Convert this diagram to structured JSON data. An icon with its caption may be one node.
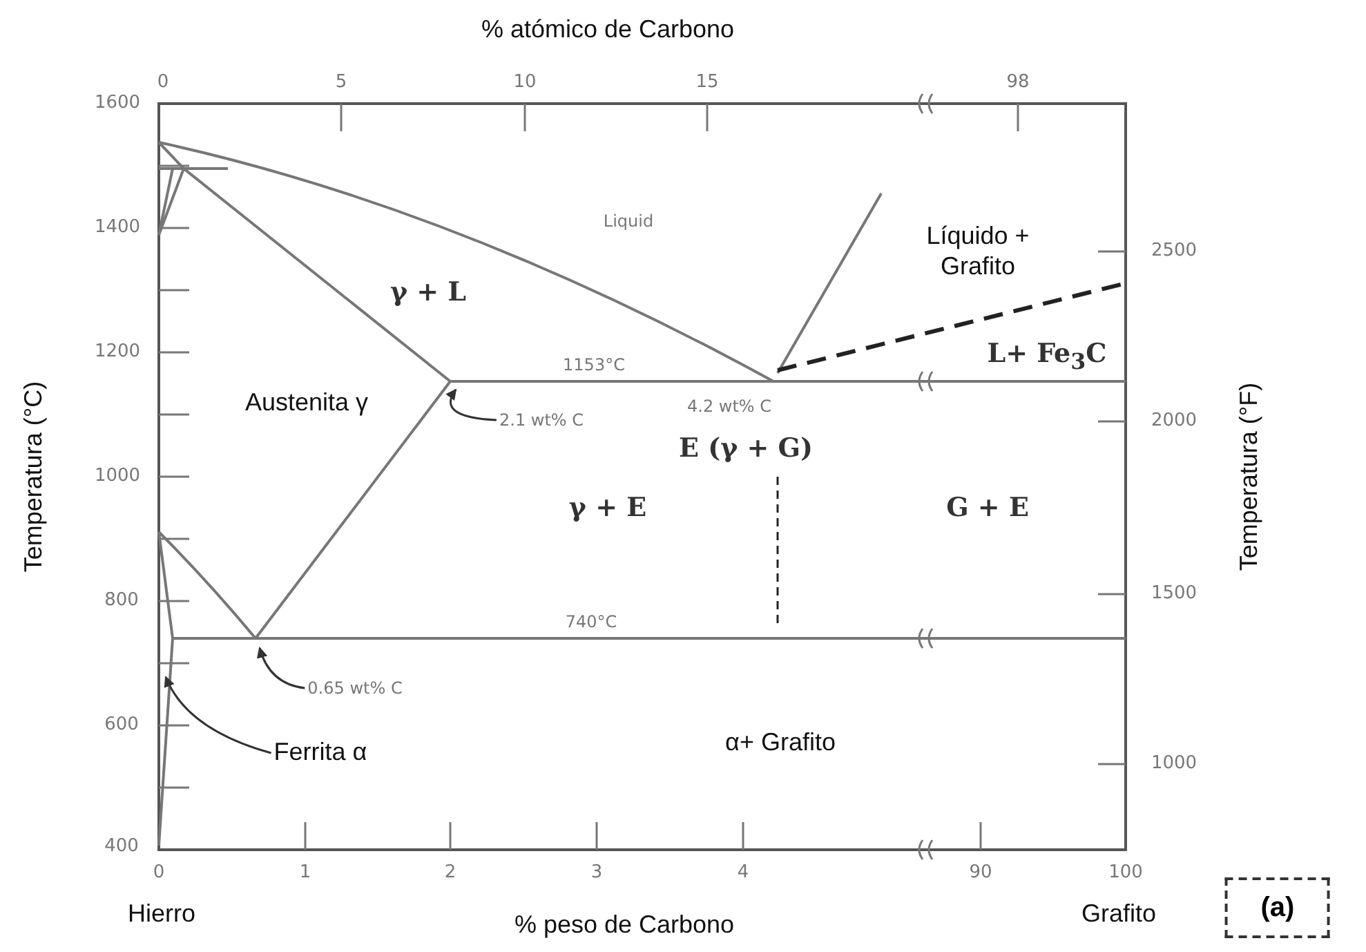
{
  "diagram": {
    "nodes": [
      {
        "text": [
          "2.1 wt% C"
        ]
      },
      {
        "text": [
          "0.65 wt% C"
        ]
      },
      {
        "text": [
          "Ferrita α"
        ]
      }
    ],
    "edges": [
      {
        "from": 0,
        "to": null,
        "arrow": "to"
      },
      {
        "from": 1,
        "to": null,
        "arrow": "to"
      },
      {
        "from": 2,
        "to": null,
        "arrow": "to"
      }
    ],
    "labels": [
      "% atómico de Carbono",
      "0",
      "5",
      "10",
      "15",
      "98",
      "1600",
      "1400",
      "1200",
      "1000",
      "800",
      "600",
      "400",
      "Temperatura (°C)",
      "2500",
      "2000",
      "1500",
      "1000",
      "Temperatura (°F)",
      "Liquid",
      "Líquido + Grafito",
      "γ + L",
      "L+ Fe$_{3}$C",
      "1153°C",
      "Austenita γ",
      "4.2 wt% C",
      "E (γ + G)",
      "γ + E",
      "G + E",
      "740°C",
      "α+ Grafito",
      "0",
      "1",
      "2",
      "3",
      "4",
      "90",
      "100",
      "Hierro",
      "% peso de Carbono",
      "Grafito",
      "(a)"
    ]
  }
}
